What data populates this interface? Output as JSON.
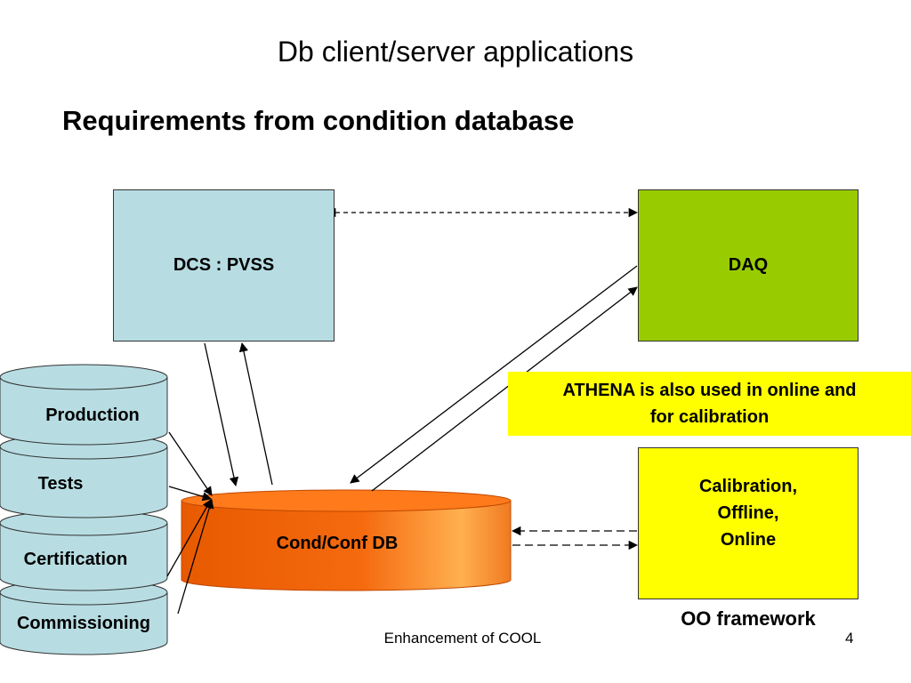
{
  "slide": {
    "title": "Db client/server applications",
    "subtitle": "Requirements from condition database"
  },
  "boxes": {
    "dcs": "DCS : PVSS",
    "daq": "DAQ",
    "calibration": [
      "Calibration,",
      "Offline,",
      "Online"
    ]
  },
  "note": {
    "line1": "ATHENA is also used in online and",
    "line2": "for calibration"
  },
  "databases": {
    "cond_conf": "Cond/Conf DB",
    "production": "Production",
    "tests": "Tests",
    "certification": "Certification",
    "commissioning": "Commissioning"
  },
  "oo_framework": "OO framework",
  "footer": {
    "title": "Enhancement of COOL",
    "page": "4"
  },
  "colors": {
    "dcs_fill": "#b7dde3",
    "daq_fill": "#99cc00",
    "highlight_yellow": "#ffff00",
    "db_orange": "#f26a10",
    "cylinder_fill": "#b7dde3"
  }
}
